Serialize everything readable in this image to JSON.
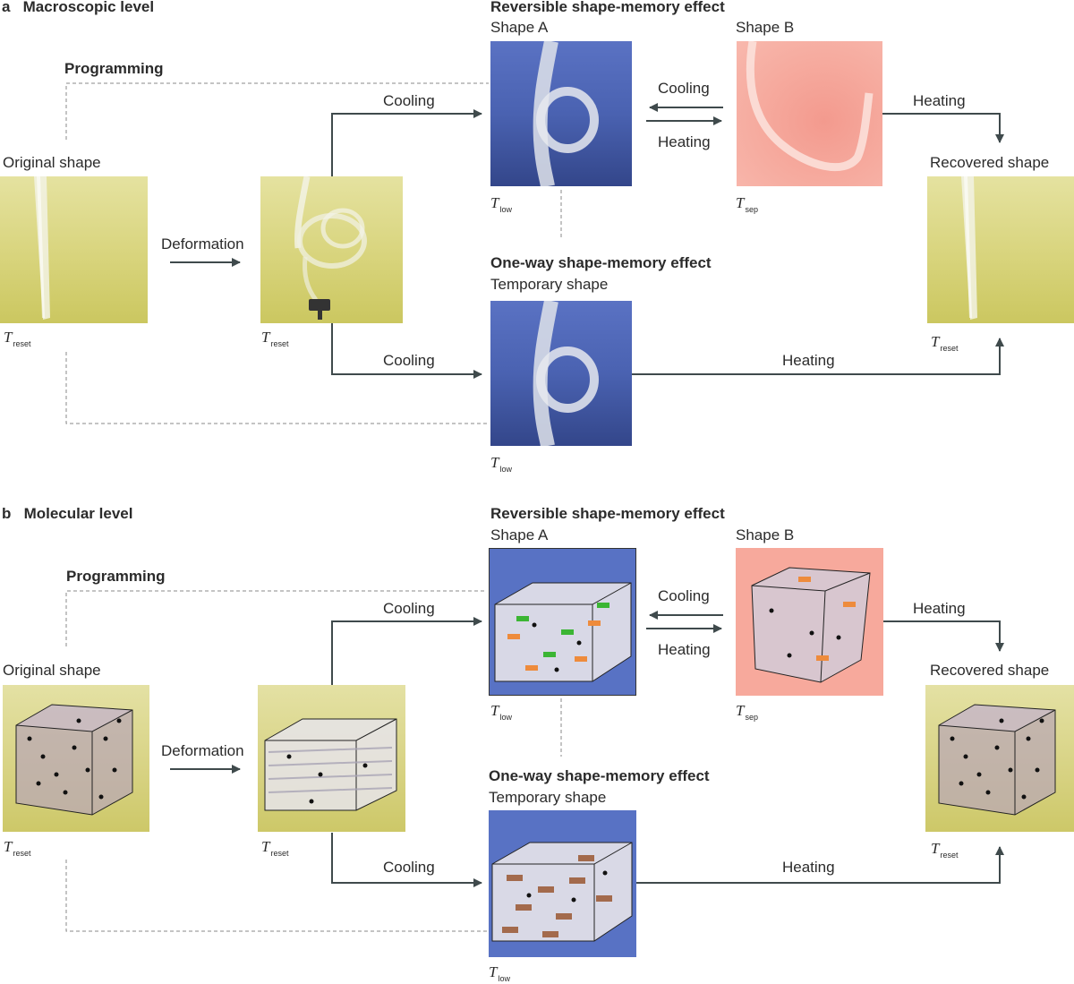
{
  "panel_a": {
    "letter": "a",
    "title": "Macroscopic level",
    "programming": "Programming",
    "original_shape": "Original shape",
    "deformation": "Deformation",
    "reversible_title": "Reversible shape-memory effect",
    "shape_a": "Shape A",
    "shape_b": "Shape B",
    "cooling_upper": "Cooling",
    "cooling_mid": "Cooling",
    "heating_mid": "Heating",
    "heating_right": "Heating",
    "recovered_shape": "Recovered shape",
    "oneway_title": "One-way shape-memory effect",
    "temporary_shape": "Temporary shape",
    "cooling_lower": "Cooling",
    "heating_lower": "Heating",
    "t_symbol": "T",
    "t_reset": "reset",
    "t_low": "low",
    "t_sep": "sep"
  },
  "panel_b": {
    "letter": "b",
    "title": "Molecular level",
    "programming": "Programming",
    "original_shape": "Original shape",
    "deformation": "Deformation",
    "reversible_title": "Reversible shape-memory effect",
    "shape_a": "Shape A",
    "shape_b": "Shape B",
    "cooling_upper": "Cooling",
    "cooling_mid": "Cooling",
    "heating_mid": "Heating",
    "heating_right": "Heating",
    "recovered_shape": "Recovered shape",
    "oneway_title": "One-way shape-memory effect",
    "temporary_shape": "Temporary shape",
    "cooling_lower": "Cooling",
    "heating_lower": "Heating",
    "t_symbol": "T",
    "t_reset": "reset",
    "t_low": "low",
    "t_sep": "sep"
  },
  "colors": {
    "arrow": "#3f4a4c",
    "dashed": "#8a8a8a",
    "yellow": "#d8d47c",
    "blue": "#4a62b1",
    "pink": "#f6ab9f"
  }
}
